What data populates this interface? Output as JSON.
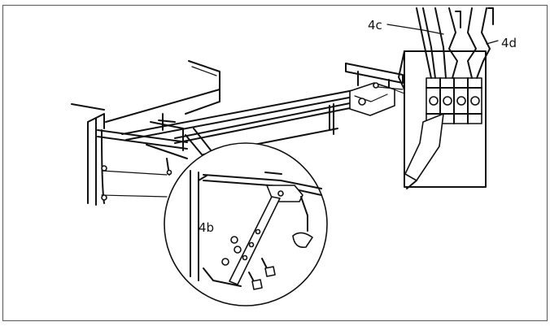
{
  "labels": {
    "hardware": "4b",
    "wire_left": "4c",
    "wire_right": "4d"
  },
  "colors": {
    "ink": "#111111",
    "background": "#ffffff",
    "frame": "#666666"
  }
}
